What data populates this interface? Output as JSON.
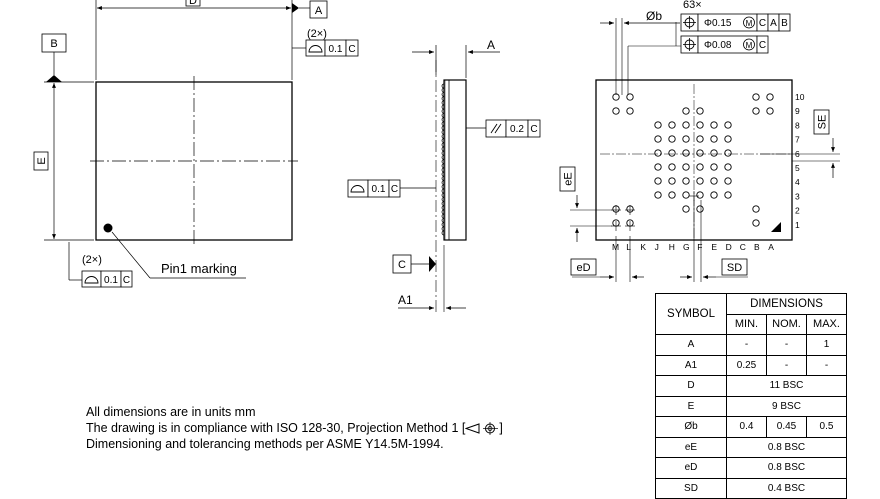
{
  "top_view": {
    "dim_d": "D",
    "datum_a": "A",
    "datum_b": "B",
    "dim_e": "E",
    "pin1_label": "Pin1 marking",
    "flat_top_mult": "(2×)",
    "flat_top_tol": "0.1",
    "flat_top_datum": "C",
    "flat_bot_mult": "(2×)",
    "flat_bot_tol": "0.1",
    "flat_bot_datum": "C"
  },
  "side_view": {
    "dim_a": "A",
    "dim_a1": "A1",
    "datum_c": "C",
    "parallel_tol": "0.2",
    "parallel_datum": "C",
    "flat_tol": "0.1",
    "flat_datum": "C"
  },
  "bottom_view": {
    "ball_count": "63×",
    "ball_dia": "Øb",
    "fcf1_tol": "Φ0.15",
    "fcf1_mod": "M",
    "fcf1_datums": [
      "C",
      "A",
      "B"
    ],
    "fcf2_tol": "Φ0.08",
    "fcf2_mod": "M",
    "fcf2_datums": [
      "C"
    ],
    "dim_se": "SE",
    "dim_ee": "eE",
    "dim_ed": "eD",
    "dim_sd": "SD",
    "row_labels": [
      "10",
      "9",
      "8",
      "7",
      "6",
      "5",
      "4",
      "3",
      "2",
      "1"
    ],
    "col_labels": [
      "M",
      "L",
      "K",
      "J",
      "H",
      "G",
      "F",
      "E",
      "D",
      "C",
      "B",
      "A"
    ]
  },
  "notes": {
    "line1": "All dimensions are in units mm",
    "line2_prefix": "The drawing is in compliance with ISO 128-30, Projection Method 1 [",
    "line2_suffix": "]",
    "line3": "Dimensioning and tolerancing methods per ASME Y14.5M-1994."
  },
  "table": {
    "symbol_header": "SYMBOL",
    "dimensions_header": "DIMENSIONS",
    "min_header": "MIN.",
    "nom_header": "NOM.",
    "max_header": "MAX.",
    "rows": [
      {
        "symbol": "A",
        "min": "-",
        "nom": "-",
        "max": "1"
      },
      {
        "symbol": "A1",
        "min": "0.25",
        "nom": "-",
        "max": "-"
      },
      {
        "symbol": "D",
        "merged": "11 BSC"
      },
      {
        "symbol": "E",
        "merged": "9 BSC"
      },
      {
        "symbol": "Øb",
        "min": "0.4",
        "nom": "0.45",
        "max": "0.5"
      },
      {
        "symbol": "eE",
        "merged": "0.8 BSC"
      },
      {
        "symbol": "eD",
        "merged": "0.8 BSC"
      },
      {
        "symbol": "SD",
        "merged": "0.4 BSC"
      }
    ]
  }
}
